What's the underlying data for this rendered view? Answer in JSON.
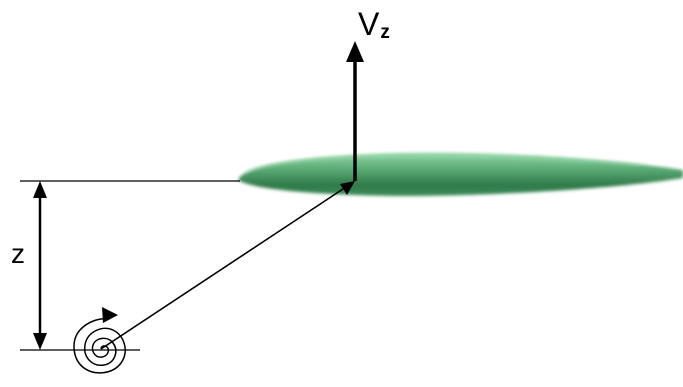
{
  "labels": {
    "velocity_main": "V",
    "velocity_sub": "z",
    "distance": "z"
  },
  "colors": {
    "airfoil_dark": "#2f7a4a",
    "airfoil_light": "#7fcf9a",
    "lines": "#000000",
    "background": "#ffffff"
  },
  "icons": {
    "vortex": "spiral-vortex-icon",
    "rotation_arrow": "rotation-arrowhead-icon"
  }
}
